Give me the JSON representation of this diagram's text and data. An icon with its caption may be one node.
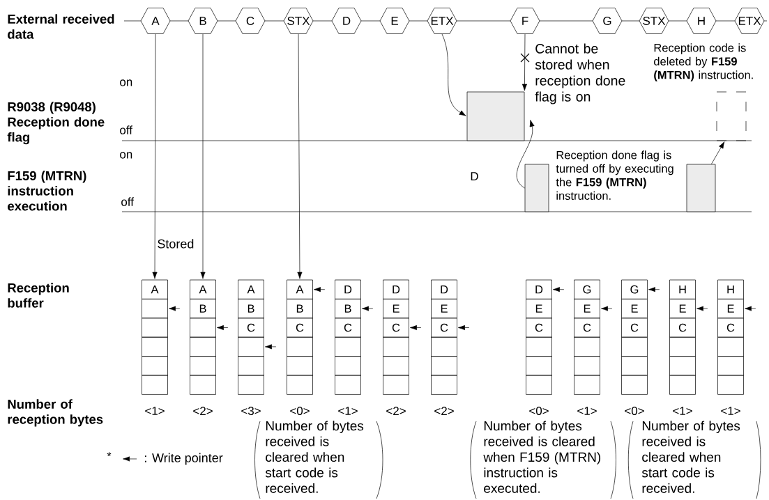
{
  "diagram": {
    "nodes": [
      {
        "text": [
          "A"
        ]
      },
      {
        "text": [
          "B"
        ]
      },
      {
        "text": [
          "C"
        ]
      },
      {
        "text": [
          "STX"
        ]
      },
      {
        "text": [
          "D"
        ]
      },
      {
        "text": [
          "E"
        ]
      },
      {
        "text": [
          "ETX"
        ]
      },
      {
        "text": [
          "F"
        ]
      },
      {
        "text": [
          "G"
        ]
      },
      {
        "text": [
          "STX"
        ]
      },
      {
        "text": [
          "H"
        ]
      },
      {
        "text": [
          "ETX"
        ]
      },
      {
        "text": [],
        "shape": "bar"
      },
      {
        "text": [],
        "shape": "box"
      },
      {
        "text": [],
        "shape": "bar"
      },
      {
        "text": [],
        "shape": "bar"
      },
      {
        "text": [
          "A"
        ]
      },
      {
        "text": [],
        "shape": "box"
      },
      {
        "text": [],
        "shape": "box"
      },
      {
        "text": [],
        "shape": "box"
      },
      {
        "text": [],
        "shape": "box"
      },
      {
        "text": [],
        "shape": "box"
      },
      {
        "text": [
          "A"
        ]
      },
      {
        "text": [
          "B"
        ]
      },
      {
        "text": [],
        "shape": "box"
      },
      {
        "text": [],
        "shape": "box"
      },
      {
        "text": [],
        "shape": "box"
      },
      {
        "text": [],
        "shape": "box"
      },
      {
        "text": [
          "A"
        ]
      },
      {
        "text": [
          "B"
        ]
      },
      {
        "text": [
          "C"
        ]
      },
      {
        "text": [],
        "shape": "box"
      },
      {
        "text": [],
        "shape": "box"
      },
      {
        "text": [],
        "shape": "box"
      },
      {
        "text": [
          "A"
        ]
      },
      {
        "text": [
          "B"
        ]
      },
      {
        "text": [
          "C"
        ]
      },
      {
        "text": [],
        "shape": "box"
      },
      {
        "text": [],
        "shape": "box"
      },
      {
        "text": [],
        "shape": "box"
      },
      {
        "text": [
          "D"
        ]
      },
      {
        "text": [
          "B"
        ]
      },
      {
        "text": [
          "C"
        ]
      },
      {
        "text": [],
        "shape": "box"
      },
      {
        "text": [],
        "shape": "box"
      },
      {
        "text": [],
        "shape": "box"
      },
      {
        "text": [
          "D"
        ]
      },
      {
        "text": [
          "E"
        ]
      },
      {
        "text": [
          "C"
        ]
      },
      {
        "text": [],
        "shape": "box"
      },
      {
        "text": [],
        "shape": "box"
      },
      {
        "text": [],
        "shape": "box"
      },
      {
        "text": [
          "D"
        ]
      },
      {
        "text": [
          "E"
        ]
      },
      {
        "text": [
          "C"
        ]
      },
      {
        "text": [],
        "shape": "box"
      },
      {
        "text": [],
        "shape": "box"
      },
      {
        "text": [],
        "shape": "box"
      },
      {
        "text": [
          "D"
        ]
      },
      {
        "text": [
          "E"
        ]
      },
      {
        "text": [
          "C"
        ]
      },
      {
        "text": [],
        "shape": "box"
      },
      {
        "text": [],
        "shape": "box"
      },
      {
        "text": [],
        "shape": "box"
      },
      {
        "text": [
          "G"
        ]
      },
      {
        "text": [
          "E"
        ]
      },
      {
        "text": [
          "C"
        ]
      },
      {
        "text": [],
        "shape": "box"
      },
      {
        "text": [],
        "shape": "box"
      },
      {
        "text": [],
        "shape": "box"
      },
      {
        "text": [
          "G"
        ]
      },
      {
        "text": [
          "E"
        ]
      },
      {
        "text": [
          "C"
        ]
      },
      {
        "text": [],
        "shape": "box"
      },
      {
        "text": [],
        "shape": "box"
      },
      {
        "text": [],
        "shape": "box"
      },
      {
        "text": [
          "H"
        ]
      },
      {
        "text": [
          "E"
        ]
      },
      {
        "text": [
          "C"
        ]
      },
      {
        "text": [],
        "shape": "box"
      },
      {
        "text": [],
        "shape": "box"
      },
      {
        "text": [],
        "shape": "box"
      },
      {
        "text": [
          "H"
        ]
      },
      {
        "text": [
          "E"
        ]
      },
      {
        "text": [
          "C"
        ]
      },
      {
        "text": [],
        "shape": "box"
      },
      {
        "text": [],
        "shape": "box"
      },
      {
        "text": [],
        "shape": "box"
      }
    ],
    "edges": [
      {
        "from": 0,
        "to": 16,
        "arrow": "to"
      },
      {
        "from": 1,
        "to": 22,
        "arrow": "to"
      },
      {
        "from": 3,
        "to": 34,
        "arrow": "to"
      },
      {
        "from": 6,
        "to": 12,
        "arrow": "to"
      },
      {
        "from": 7,
        "to": 12,
        "arrow": "to",
        "label": "Cannot be stored when reception done flag is on"
      },
      {
        "from": 14,
        "to": 12,
        "arrow": "to"
      },
      {
        "from": 15,
        "to": 13,
        "arrow": "to"
      },
      {
        "from": null,
        "to": 17,
        "arrow": "to"
      },
      {
        "from": null,
        "to": 24,
        "arrow": "to"
      },
      {
        "from": null,
        "to": 31,
        "arrow": "to"
      },
      {
        "from": null,
        "to": 34,
        "arrow": "to"
      },
      {
        "from": null,
        "to": 41,
        "arrow": "to"
      },
      {
        "from": null,
        "to": 48,
        "arrow": "to"
      },
      {
        "from": null,
        "to": 54,
        "arrow": "to"
      },
      {
        "from": null,
        "to": 58,
        "arrow": "to"
      },
      {
        "from": null,
        "to": 65,
        "arrow": "to"
      },
      {
        "from": null,
        "to": 70,
        "arrow": "to"
      },
      {
        "from": null,
        "to": 77,
        "arrow": "to"
      },
      {
        "from": null,
        "to": 83,
        "arrow": "to"
      }
    ],
    "labels": [
      "External received data",
      "Reception code is deleted by **F159 (MTRN)** instruction.",
      "on",
      "R9038 (R9048) Reception done flag",
      "off",
      "on",
      "F159 (MTRN) instruction execution",
      "D",
      "Reception done flag is turned off by executing the **F159 (MTRN)** instruction.",
      "off",
      "Stored",
      "Reception buffer",
      "Number of reception bytes",
      "<1>",
      "<2>",
      "<3>",
      "<0>",
      "<1>",
      "<2>",
      "<2>",
      "<0>",
      "<1>",
      "<0>",
      "<1>",
      "<1>",
      "*",
      "Number of bytes received is cleared when start code is received.",
      "Number of bytes received is cleared when F159 (MTRN) instruction is executed.",
      "Number of bytes received is cleared when start code is received."
    ],
    "legend": [
      {
        "text": ": Write pointer"
      }
    ]
  }
}
